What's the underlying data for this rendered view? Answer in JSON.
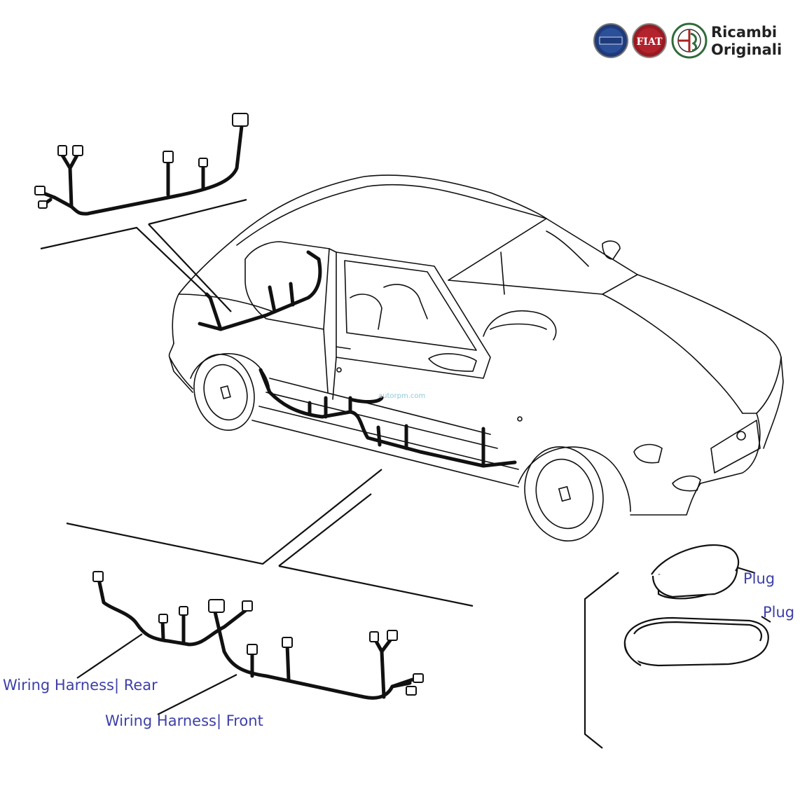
{
  "brand": {
    "line1": "Ricambi",
    "line2": "Originali",
    "logos": [
      "lancia-logo",
      "fiat-logo",
      "alfa-romeo-logo"
    ],
    "colors": {
      "lancia": "#1e3b7a",
      "fiat": "#9a1a22",
      "alfa": "#2f6b3a"
    }
  },
  "labels": {
    "rear_harness": "Wiring Harness| Rear",
    "front_harness": "Wiring Harness| Front",
    "plug_1": "Plug",
    "plug_2": "Plug"
  },
  "watermark": "autorpm.com",
  "colors": {
    "label": "#3d3fa8",
    "line": "#111111"
  }
}
